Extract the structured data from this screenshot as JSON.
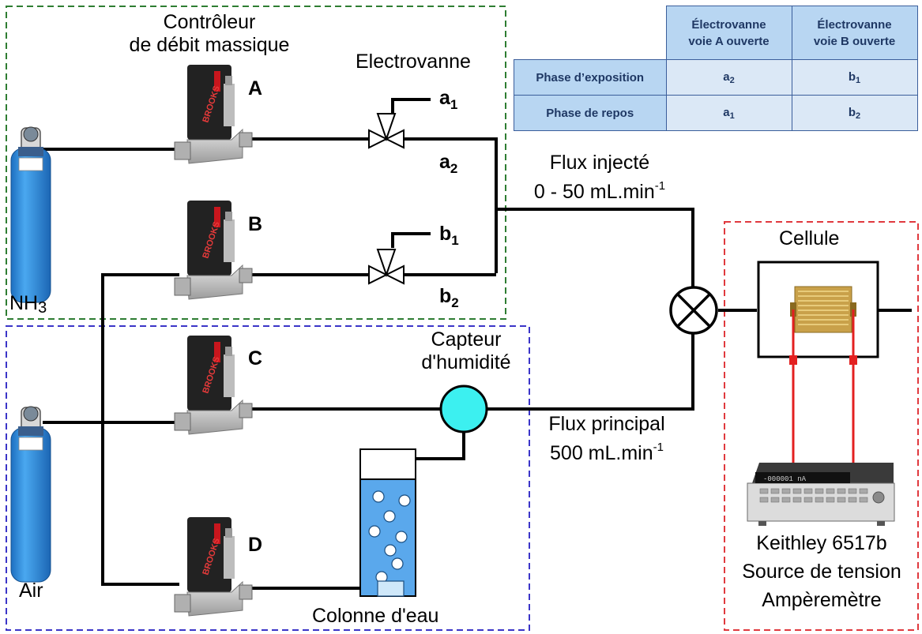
{
  "labels": {
    "controller_line1": "Contrôleur",
    "controller_line2": "de débit massique",
    "electrovalve": "Electrovanne",
    "mfc_a": "A",
    "mfc_b": "B",
    "mfc_c": "C",
    "mfc_d": "D",
    "nh3_prefix": "NH",
    "nh3_sub": "3",
    "air": "Air",
    "a": "a",
    "one": "1",
    "two": "2",
    "b": "b",
    "injected_flow_title": "Flux injecté",
    "injected_flow_value": "0 - 50 mL.min",
    "main_flow_title": "Flux principal",
    "main_flow_value": "500 mL.min",
    "minus_one": "-1",
    "humidity_line1": "Capteur",
    "humidity_line2": "d'humidité",
    "water_column": "Colonne d'eau",
    "cell": "Cellule",
    "keithley_line1": "Keithley 6517b",
    "keithley_line2": "Source de tension",
    "keithley_line3": "Ampèremètre",
    "mfc_brand": "BROOKS",
    "meter_display": "-000001 nA"
  },
  "table": {
    "col_a": "Électrovanne voie A ouverte",
    "col_a_l1": "Électrovanne",
    "col_a_l2": "voie A ouverte",
    "col_b_l1": "Électrovanne",
    "col_b_l2": "voie B ouverte",
    "rows": [
      {
        "phase": "Phase d’exposition",
        "a_letter": "a",
        "a_sub": "2",
        "b_letter": "b",
        "b_sub": "1"
      },
      {
        "phase": "Phase de repos",
        "a_letter": "a",
        "a_sub": "1",
        "b_letter": "b",
        "b_sub": "2"
      }
    ]
  },
  "colors": {
    "nh3_box": "#2e7d32",
    "air_box": "#3b35c8",
    "cell_box": "#e0393e",
    "pipe": "#000000",
    "wire": "#e32020",
    "cylinder": "#2e8de0",
    "humidity_sensor": "#3cf0f0",
    "water": "#5aa8ec"
  }
}
